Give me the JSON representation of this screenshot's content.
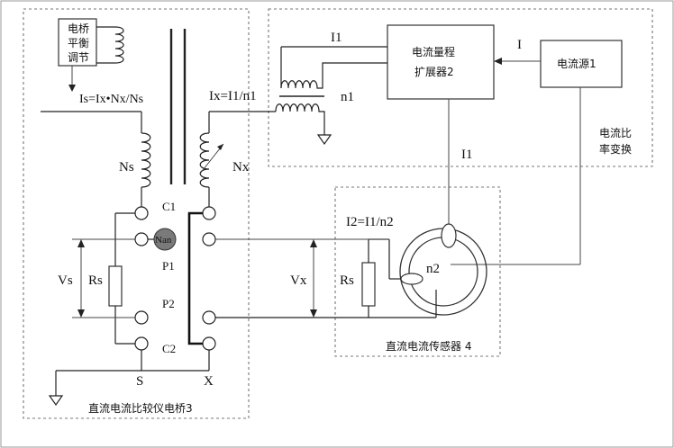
{
  "labels": {
    "bridge_adjust_l1": "电桥",
    "bridge_adjust_l2": "平衡",
    "bridge_adjust_l3": "调节",
    "formula_is": "Is=Ix•Nx/Ns",
    "formula_ix": "Ix=I1/n1",
    "formula_i2": "I2=I1/n2",
    "I1_top": "I1",
    "I_arrow": "I",
    "I1_mid": "I1",
    "n1": "n1",
    "n2": "n2",
    "Ns": "Ns",
    "Nx": "Nx",
    "C1": "C1",
    "P1": "P1",
    "P2": "P2",
    "C2": "C2",
    "Nan": "Nan",
    "Vs": "Vs",
    "Rs_left": "Rs",
    "Vx": "Vx",
    "Rs_right": "Rs",
    "S": "S",
    "X": "X",
    "range_extender_l1": "电流量程",
    "range_extender_l2": "扩展器2",
    "current_source": "电流源1",
    "ratio_l1": "电流比",
    "ratio_l2": "率变换",
    "dc_sensor": "直流电流传感器 4",
    "dc_bridge": "直流电流比较仪电桥3"
  }
}
